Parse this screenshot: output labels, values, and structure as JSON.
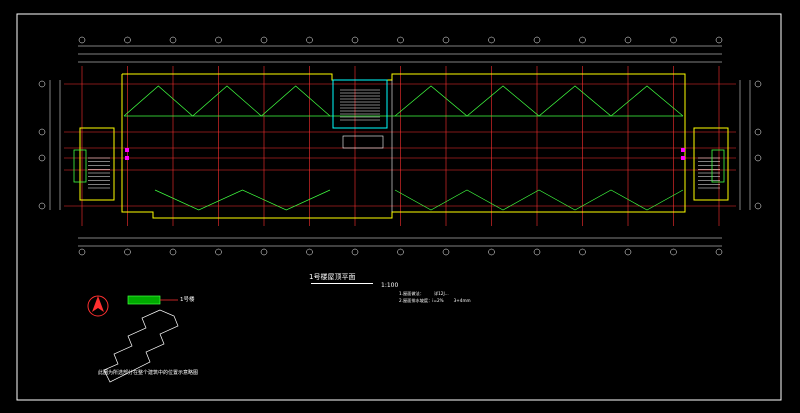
{
  "drawing": {
    "title": "1号楼屋顶平面",
    "scale": "1:100",
    "building_label": "1号楼",
    "site_note": "此圈为所选部分在整个建筑中的位置示意略图",
    "notes": [
      {
        "text": "1.屋面做法：",
        "value": "详12J..."
      },
      {
        "text": "2.屋面排水坡度：i=2%",
        "value": "3+4mm"
      }
    ]
  },
  "colors": {
    "background": "#000000",
    "frame": "#ffffff",
    "wall": "#ffff00",
    "axis": "#ff3030",
    "slope": "#40ff40",
    "stair": "#ffffff",
    "highlight": "#00ffff",
    "marker": "#ff00ff"
  }
}
